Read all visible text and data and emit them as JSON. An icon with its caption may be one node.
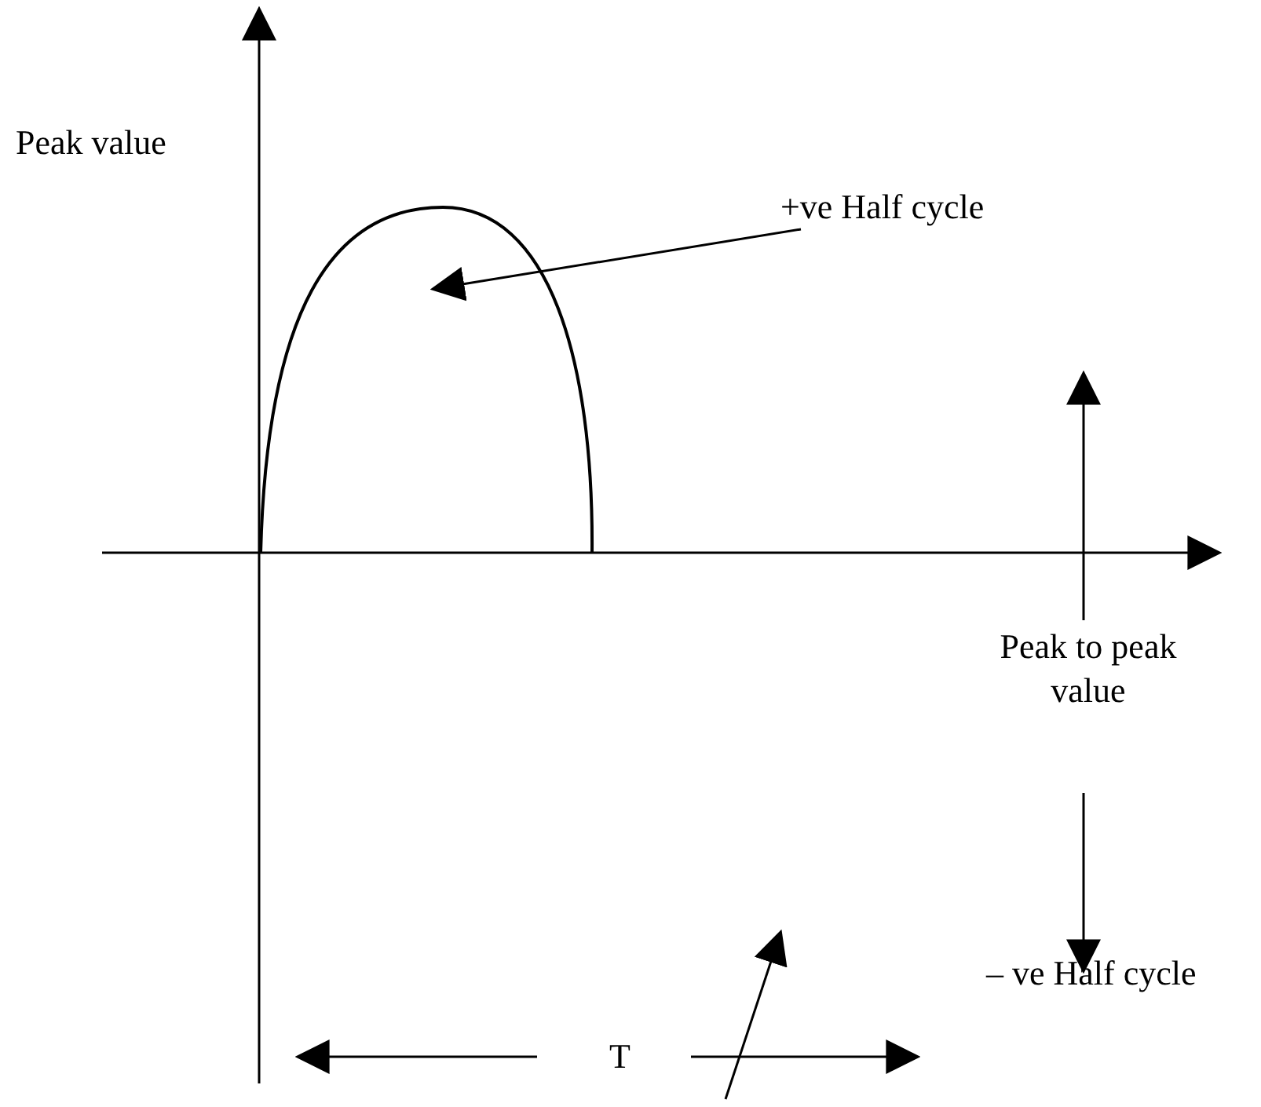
{
  "diagram": {
    "nodes": [
      {
        "text": [
          "+ve Half cycle"
        ]
      },
      {
        "text": [],
        "shape": "arc"
      }
    ],
    "edges": [
      {
        "from": 0,
        "to": 1,
        "arrow": "to"
      }
    ],
    "labels": [
      "Peak value",
      "Peak to peak value",
      "T",
      "– ve Half cycle"
    ]
  }
}
